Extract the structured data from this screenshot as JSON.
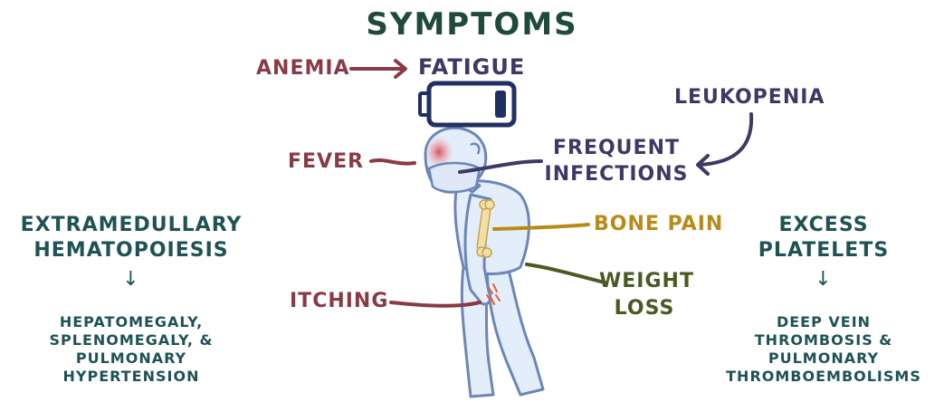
{
  "title": "SYMPTOMS",
  "labels": {
    "anemia": "ANEMIA",
    "fatigue": "FATIGUE",
    "leukopenia": "LEUKOPENIA",
    "fever": "FEVER",
    "frequent_infections_1": "FREQUENT",
    "frequent_infections_2": "INFECTIONS",
    "bone_pain": "BONE PAIN",
    "weight_loss_1": "WEIGHT",
    "weight_loss_2": "LOSS",
    "itching": "ITCHING"
  },
  "left_panel": {
    "heading_1": "EXTRAMEDULLARY",
    "heading_2": "HEMATOPOIESIS",
    "arrow": "↓",
    "lines": [
      "HEPATOMEGALY,",
      "SPLENOMEGALY, &",
      "PULMONARY",
      "HYPERTENSION"
    ]
  },
  "right_panel": {
    "heading_1": "EXCESS",
    "heading_2": "PLATELETS",
    "arrow": "↓",
    "lines": [
      "DEEP VEIN",
      "THROMBOSIS &",
      "PULMONARY",
      "THROMBOEMBOLISMS"
    ]
  },
  "colors": {
    "title": "#1f4a3c",
    "maroon": "#8a3a45",
    "navy": "#3c3a64",
    "gold": "#b88a18",
    "olive": "#4a5a22",
    "teal": "#1f5255",
    "figure_fill": "#e4eefa",
    "figure_stroke": "#6d86b8"
  }
}
